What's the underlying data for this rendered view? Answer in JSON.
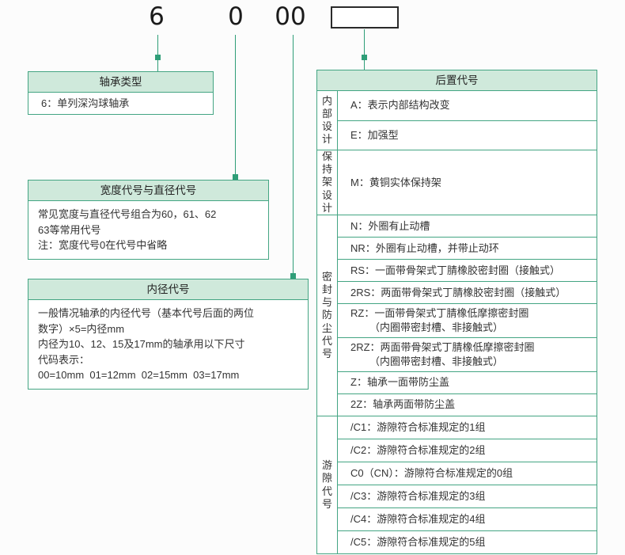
{
  "colors": {
    "accent_border": "#44a583",
    "header_bg": "#cfe9db",
    "connector_line": "#2f9e78",
    "text": "#333333"
  },
  "top_code": {
    "parts": [
      "6",
      "0",
      "00"
    ]
  },
  "boxes": {
    "bearing_type": {
      "title": "轴承类型",
      "lines": [
        "6：单列深沟球轴承"
      ]
    },
    "width_diameter": {
      "title": "宽度代号与直径代号",
      "lines": [
        "常见宽度与直径代号组合为60，61、62",
        "63等常用代号",
        "注：宽度代号0在代号中省略"
      ]
    },
    "bore": {
      "title": "内径代号",
      "lines": [
        "一般情况轴承的内径代号（基本代号后面的两位",
        "数字）×5=内径mm",
        "内径为10、12、15及17mm的轴承用以下尺寸",
        "代码表示：",
        "00=10mm  01=12mm  02=15mm  03=17mm"
      ]
    }
  },
  "suffix_table": {
    "title": "后置代号",
    "sections": [
      {
        "label": "内部设计",
        "rows": [
          [
            "A：表示内部结构改变"
          ],
          [
            "E：加强型"
          ]
        ]
      },
      {
        "label": "保持架设计",
        "rows": [
          [
            "M：黄铜实体保持架"
          ]
        ]
      },
      {
        "label": "密封与防尘代号",
        "rows": [
          [
            "N：外圈有止动槽"
          ],
          [
            "NR：外圈有止动槽，并带止动环"
          ],
          [
            "RS：一面带骨架式丁腈橡胶密封圈（接触式）"
          ],
          [
            "2RS：两面带骨架式丁腈橡胶密封圈（接触式）"
          ],
          [
            "RZ：一面带骨架式丁腈橡低摩擦密封圈",
            "（内圈带密封槽、非接触式）"
          ],
          [
            "2RZ：两面带骨架式丁腈橡低摩擦密封圈",
            "（内圈带密封槽、非接触式）"
          ],
          [
            "Z：轴承一面带防尘盖"
          ],
          [
            "2Z：轴承两面带防尘盖"
          ]
        ]
      },
      {
        "label": "游隙代号",
        "rows": [
          [
            "/C1：游隙符合标准规定的1组"
          ],
          [
            "/C2：游隙符合标准规定的2组"
          ],
          [
            "C0（CN）：游隙符合标准规定的0组"
          ],
          [
            "/C3：游隙符合标准规定的3组"
          ],
          [
            "/C4：游隙符合标准规定的4组"
          ],
          [
            "/C5：游隙符合标准规定的5组"
          ]
        ]
      }
    ]
  }
}
